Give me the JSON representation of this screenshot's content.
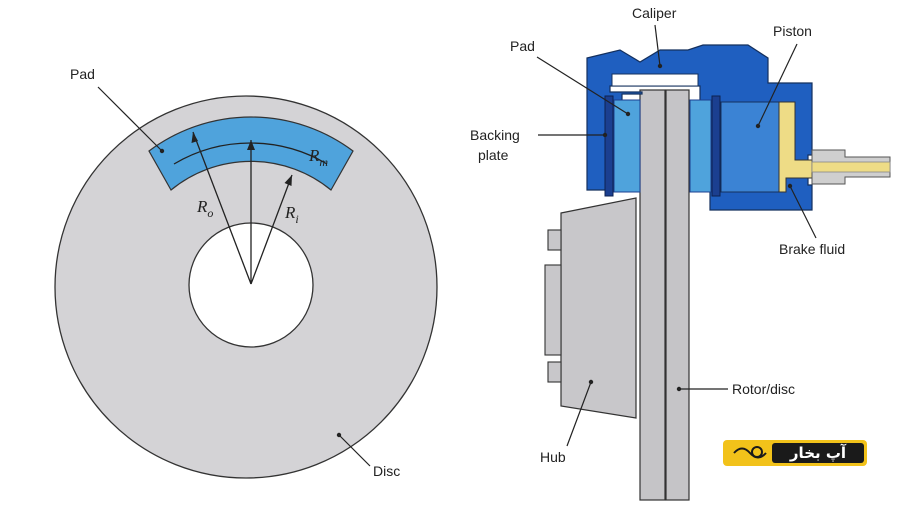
{
  "left_diagram": {
    "labels": {
      "pad": "Pad",
      "disc": "Disc",
      "r_m": "R",
      "r_m_sub": "m",
      "r_o": "R",
      "r_o_sub": "o",
      "r_i": "R",
      "r_i_sub": "i"
    }
  },
  "right_diagram": {
    "labels": {
      "caliper": "Caliper",
      "piston": "Piston",
      "pad": "Pad",
      "backing_plate_line1": "Backing",
      "backing_plate_line2": "plate",
      "brake_fluid": "Brake fluid",
      "rotor_disc": "Rotor/disc",
      "hub": "Hub"
    }
  },
  "watermark": {
    "text": "آپ بخار"
  },
  "colors": {
    "disc": "#d4d3d6",
    "pad": "#4fa3dc",
    "caliper": "#1f5fc0",
    "piston": "#3b83d4",
    "fluid": "#eedc86",
    "hub": "#c8c7ca",
    "logo_bg": "#f2c21a"
  }
}
